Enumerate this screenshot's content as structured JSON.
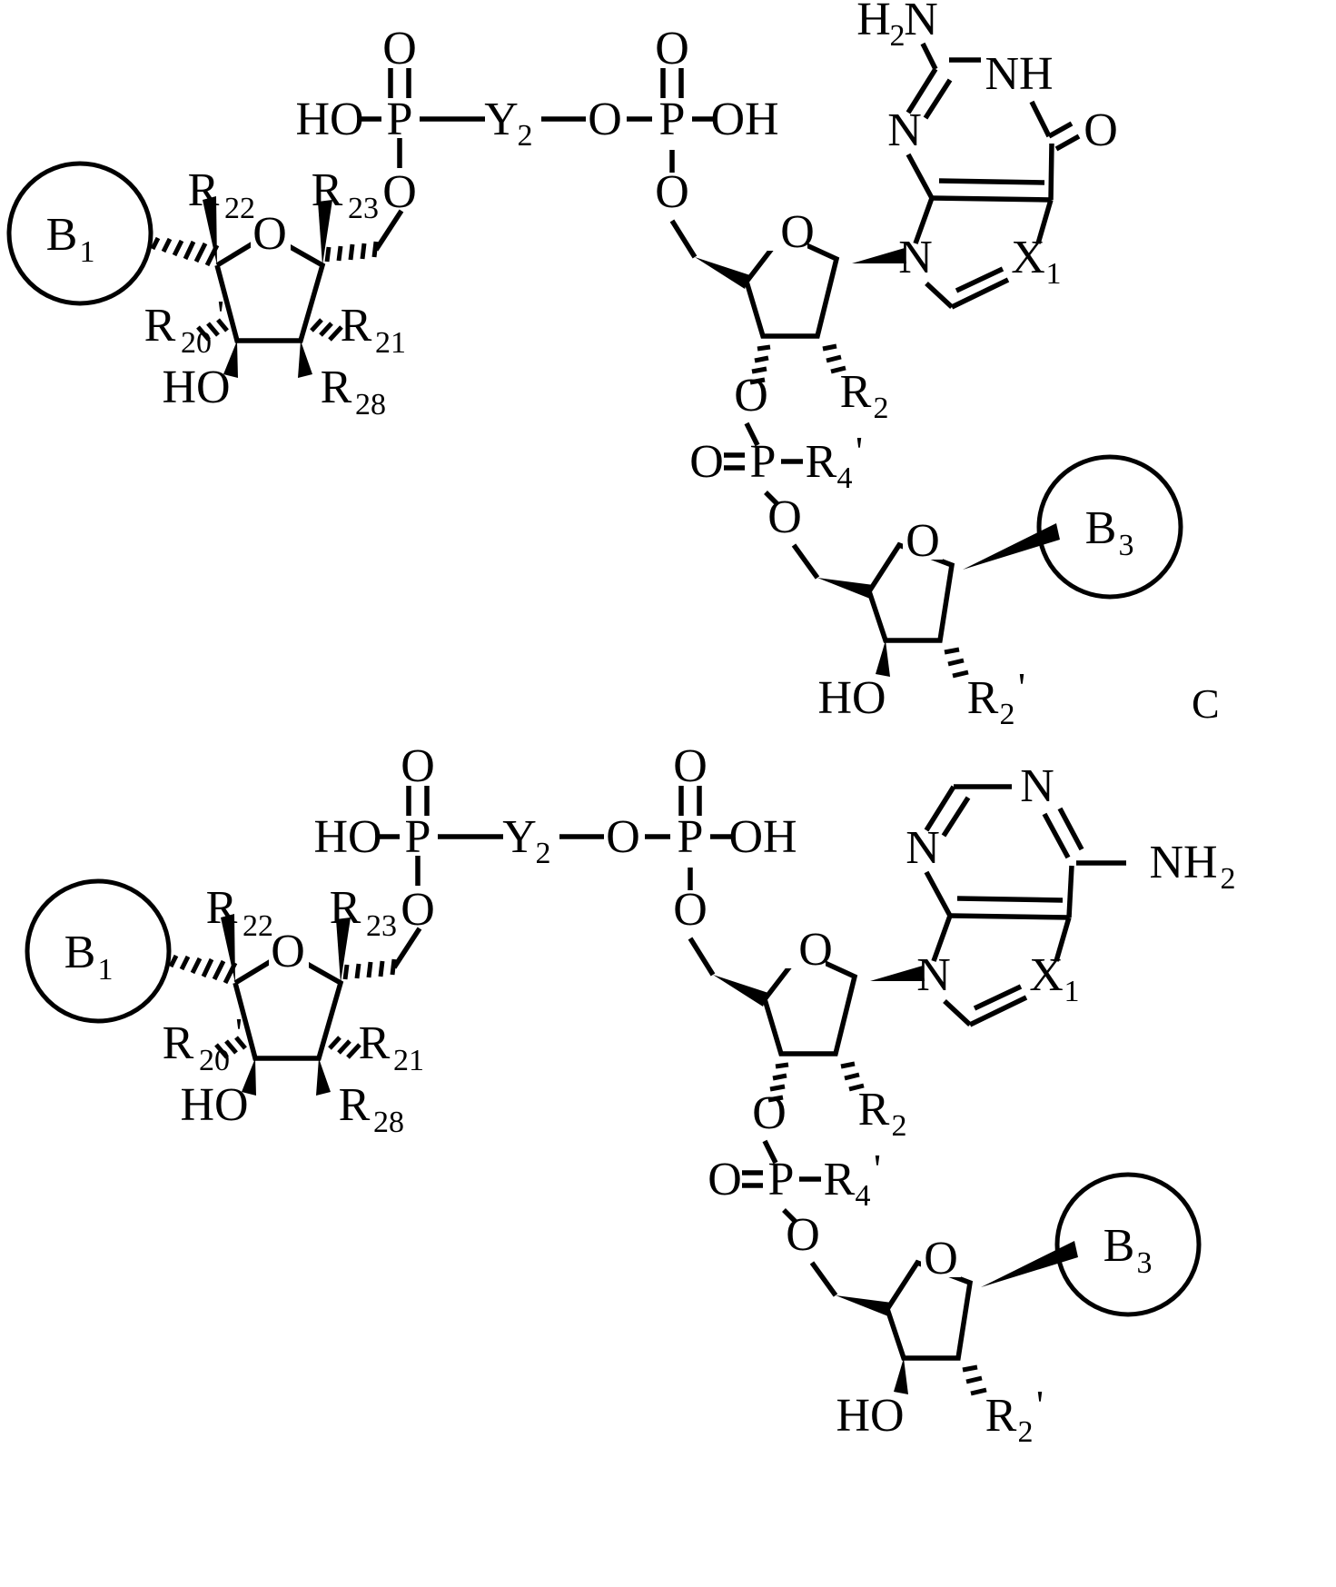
{
  "document": {
    "type": "chemical-structure-diagram",
    "description": "Two oligonucleotide analog structures: upper with guanine base, lower with adenine base",
    "background_color": "#ffffff",
    "stroke_color": "#000000"
  },
  "structures": [
    {
      "id": "structure-top",
      "base_name": "guanine",
      "labels": {
        "b1": "B",
        "b1_sub": "1",
        "b3": "B",
        "b3_sub": "3",
        "ho_left": "HO",
        "p1": "P",
        "o_double_1": "O",
        "y2": "Y",
        "y2_sub": "2",
        "o_bridge": "O",
        "p2": "P",
        "o_double_2": "O",
        "oh_right": "OH",
        "o_ester_left": "O",
        "o_ester_right": "O",
        "ring_o_left": "O",
        "ring_o_mid": "O",
        "ring_o_right": "O",
        "r22": "R",
        "r22_sub": "22",
        "r23": "R",
        "r23_sub": "23",
        "r20": "R",
        "r20_sub": "20",
        "r20_prime": "'",
        "r21": "R",
        "r21_sub": "21",
        "r28": "R",
        "r28_sub": "28",
        "ho_sugar": "HO",
        "r2": "R",
        "r2_sub": "2",
        "o3_link": "O",
        "p3": "P",
        "o_double_3": "O",
        "r4": "R",
        "r4_sub": "4",
        "r4_prime": "'",
        "o5_link": "O",
        "ho_sugar3": "HO",
        "r2p": "R",
        "r2p_sub": "2",
        "r2p_prime": "'",
        "base_h2n": "H",
        "base_h2n_sub": "2",
        "base_h2n_n": "N",
        "base_nh": "NH",
        "base_n1": "N",
        "base_n9": "N",
        "base_o6": "O",
        "base_x1": "X",
        "base_x1_sub": "1"
      }
    },
    {
      "id": "structure-bottom",
      "base_name": "adenine",
      "labels": {
        "b1": "B",
        "b1_sub": "1",
        "b3": "B",
        "b3_sub": "3",
        "ho_left": "HO",
        "p1": "P",
        "o_double_1": "O",
        "y2": "Y",
        "y2_sub": "2",
        "o_bridge": "O",
        "p2": "P",
        "o_double_2": "O",
        "oh_right": "OH",
        "o_ester_left": "O",
        "o_ester_right": "O",
        "ring_o_left": "O",
        "ring_o_mid": "O",
        "ring_o_right": "O",
        "r22": "R",
        "r22_sub": "22",
        "r23": "R",
        "r23_sub": "23",
        "r20": "R",
        "r20_sub": "20",
        "r20_prime": "'",
        "r21": "R",
        "r21_sub": "21",
        "r28": "R",
        "r28_sub": "28",
        "ho_sugar": "HO",
        "r2": "R",
        "r2_sub": "2",
        "o3_link": "O",
        "p3": "P",
        "o_double_3": "O",
        "r4": "R",
        "r4_sub": "4",
        "r4_prime": "'",
        "o5_link": "O",
        "ho_sugar3": "HO",
        "r2p": "R",
        "r2p_sub": "2",
        "r2p_prime": "'",
        "base_n3": "N",
        "base_n1": "N",
        "base_n9": "N",
        "base_nh2": "NH",
        "base_nh2_sub": "2",
        "base_x1": "X",
        "base_x1_sub": "1"
      }
    }
  ],
  "edge_fragment": {
    "text": "C"
  }
}
